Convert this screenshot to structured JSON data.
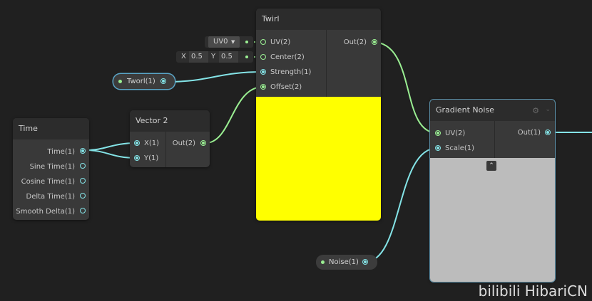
{
  "colors": {
    "background": "#202020",
    "node": "#393939",
    "header": "#2c2c2c",
    "wire_float": "#84e4e7",
    "wire_vector2": "#9aef92",
    "preview_yellow": "#ffff00",
    "preview_gray": "#bcbcbc"
  },
  "time_node": {
    "title": "Time",
    "outputs": [
      "Time(1)",
      "Sine Time(1)",
      "Cosine Time(1)",
      "Delta Time(1)",
      "Smooth Delta(1)"
    ]
  },
  "vector2_node": {
    "title": "Vector 2",
    "inputs": [
      "X(1)",
      "Y(1)"
    ],
    "output": "Out(2)"
  },
  "twirl_node": {
    "title": "Twirl",
    "inputs": [
      "UV(2)",
      "Center(2)",
      "Strength(1)",
      "Offset(2)"
    ],
    "output": "Out(2)",
    "uv_dropdown": "UV0",
    "dropdown_icon": "chevron-down-icon",
    "center_x_label": "X",
    "center_x": "0.5",
    "center_y_label": "Y",
    "center_y": "0.5",
    "preview_color": "#ffff00"
  },
  "gradient_node": {
    "title": "Gradient Noise",
    "inputs": [
      "UV(2)",
      "Scale(1)"
    ],
    "output": "Out(1)",
    "settings_icon": "gear-icon",
    "collapse_icon": "chevron-down-icon",
    "preview_toggle_icon": "chevron-up-icon",
    "preview_color": "#bcbcbc"
  },
  "properties": {
    "tworl": "Tworl(1)",
    "noise": "Noise(1)"
  },
  "watermark": "bilibili HibariCN"
}
